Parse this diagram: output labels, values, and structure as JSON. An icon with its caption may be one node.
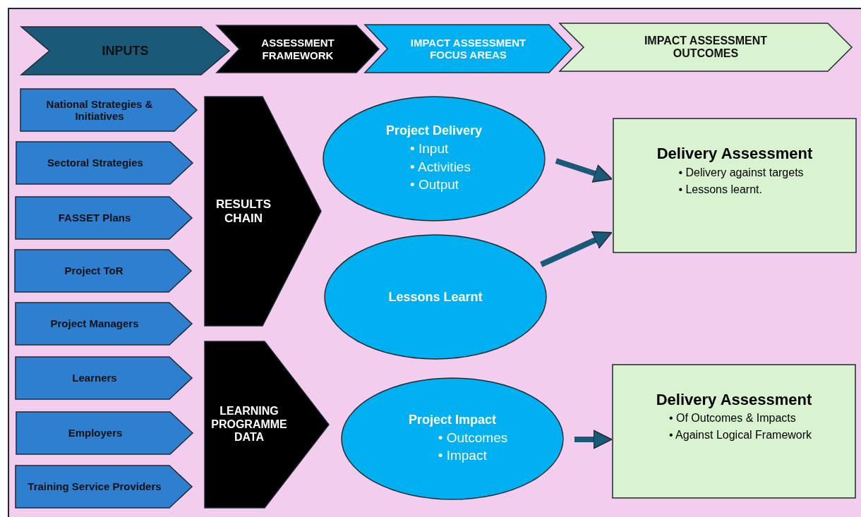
{
  "diagram": {
    "nodes": [
      {
        "text": [
          "INPUTS"
        ]
      },
      {
        "text": [
          "ASSESSMENT FRAMEWORK"
        ]
      },
      {
        "text": [
          "IMPACT ASSESSMENT FOCUS AREAS"
        ]
      },
      {
        "text": [
          "IMPACT ASSESSMENT OUTCOMES"
        ]
      },
      {
        "text": [
          "National Strategies & Initiatives"
        ]
      },
      {
        "text": [
          "Sectoral Strategies"
        ]
      },
      {
        "text": [
          "FASSET Plans"
        ]
      },
      {
        "text": [
          "Project ToR"
        ]
      },
      {
        "text": [
          "Project Managers"
        ]
      },
      {
        "text": [
          "Learners"
        ]
      },
      {
        "text": [
          "Employers"
        ]
      },
      {
        "text": [
          "Training Service Providers"
        ]
      },
      {
        "text": [
          "RESULTS CHAIN"
        ]
      },
      {
        "text": [
          "LEARNING PROGRAMME DATA"
        ]
      },
      {
        "text": [
          "Project Delivery",
          "• Input",
          "• Activities",
          "• Output"
        ]
      },
      {
        "text": [
          "Lessons Learnt"
        ]
      },
      {
        "text": [
          "Project Impact",
          "• Outcomes",
          "• Impact"
        ]
      },
      {
        "text": [
          "Delivery Assessment",
          "• Delivery against targets",
          "• Lessons learnt."
        ]
      },
      {
        "text": [
          "Delivery Assessment",
          "• Of Outcomes & Impacts",
          "• Against Logical Framework"
        ]
      }
    ],
    "edges": [
      {
        "from": 14,
        "to": 17,
        "arrow": "to"
      },
      {
        "from": 15,
        "to": 17,
        "arrow": "to"
      },
      {
        "from": 16,
        "to": 18,
        "arrow": "to"
      }
    ]
  }
}
